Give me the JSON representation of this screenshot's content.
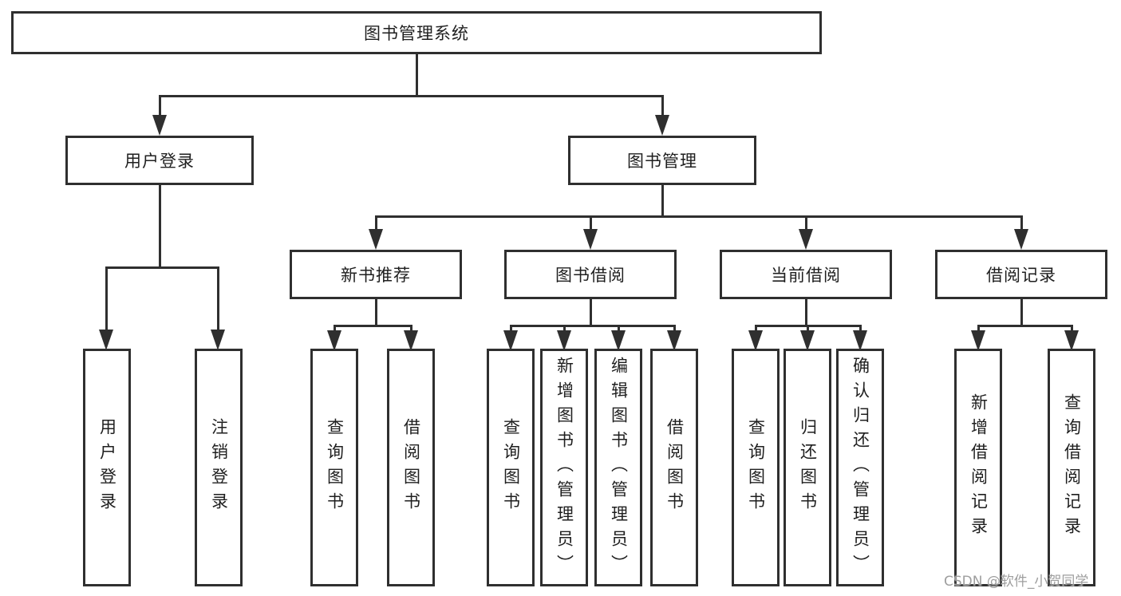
{
  "colors": {
    "line": "#2f2f2f",
    "text": "#1f1f1f",
    "background": "#ffffff",
    "watermark": "#9e9e9e"
  },
  "watermark": {
    "text": "CSDN @软件_小贺同学"
  },
  "tree": {
    "root": {
      "label": "图书管理系统"
    },
    "branches": [
      {
        "label": "用户登录",
        "children": [
          {
            "label": "用户登录"
          },
          {
            "label": "注销登录"
          }
        ]
      },
      {
        "label": "图书管理",
        "children": [
          {
            "label": "新书推荐",
            "children": [
              {
                "label": "查询图书"
              },
              {
                "label": "借阅图书"
              }
            ]
          },
          {
            "label": "图书借阅",
            "children": [
              {
                "label": "查询图书"
              },
              {
                "label": "新增图书（管理员）"
              },
              {
                "label": "编辑图书（管理员）"
              },
              {
                "label": "借阅图书"
              }
            ]
          },
          {
            "label": "当前借阅",
            "children": [
              {
                "label": "查询图书"
              },
              {
                "label": "归还图书"
              },
              {
                "label": "确认归还（管理员）"
              }
            ]
          },
          {
            "label": "借阅记录",
            "children": [
              {
                "label": "新增借阅记录"
              },
              {
                "label": "查询借阅记录"
              }
            ]
          }
        ]
      }
    ]
  }
}
